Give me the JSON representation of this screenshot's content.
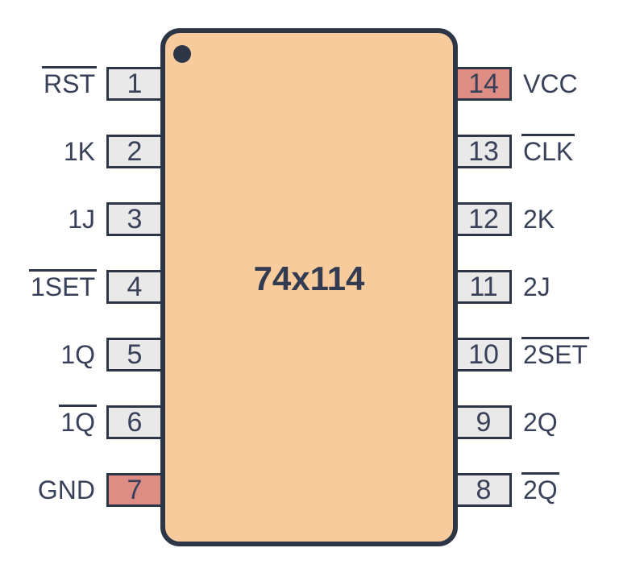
{
  "chip": {
    "title": "74x114",
    "body_color": "#F8CB9C",
    "outline_color": "#2D3647",
    "text_color": "#39415A",
    "pin_fill_color": "#E9E9E9",
    "power_pin_fill_color": "#DD8D84",
    "pin1_marker": "dot"
  },
  "pins": {
    "left": [
      {
        "number": "1",
        "label": "RST",
        "overline": true,
        "power": false
      },
      {
        "number": "2",
        "label": "1K",
        "overline": false,
        "power": false
      },
      {
        "number": "3",
        "label": "1J",
        "overline": false,
        "power": false
      },
      {
        "number": "4",
        "label": "1SET",
        "overline": true,
        "power": false
      },
      {
        "number": "5",
        "label": "1Q",
        "overline": false,
        "power": false
      },
      {
        "number": "6",
        "label": "1Q",
        "overline": true,
        "power": false
      },
      {
        "number": "7",
        "label": "GND",
        "overline": false,
        "power": true
      }
    ],
    "right": [
      {
        "number": "14",
        "label": "VCC",
        "overline": false,
        "power": true
      },
      {
        "number": "13",
        "label": "CLK",
        "overline": true,
        "power": false
      },
      {
        "number": "12",
        "label": "2K",
        "overline": false,
        "power": false
      },
      {
        "number": "11",
        "label": "2J",
        "overline": false,
        "power": false
      },
      {
        "number": "10",
        "label": "2SET",
        "overline": true,
        "power": false
      },
      {
        "number": "9",
        "label": "2Q",
        "overline": false,
        "power": false
      },
      {
        "number": "8",
        "label": "2Q",
        "overline": true,
        "power": false
      }
    ]
  }
}
